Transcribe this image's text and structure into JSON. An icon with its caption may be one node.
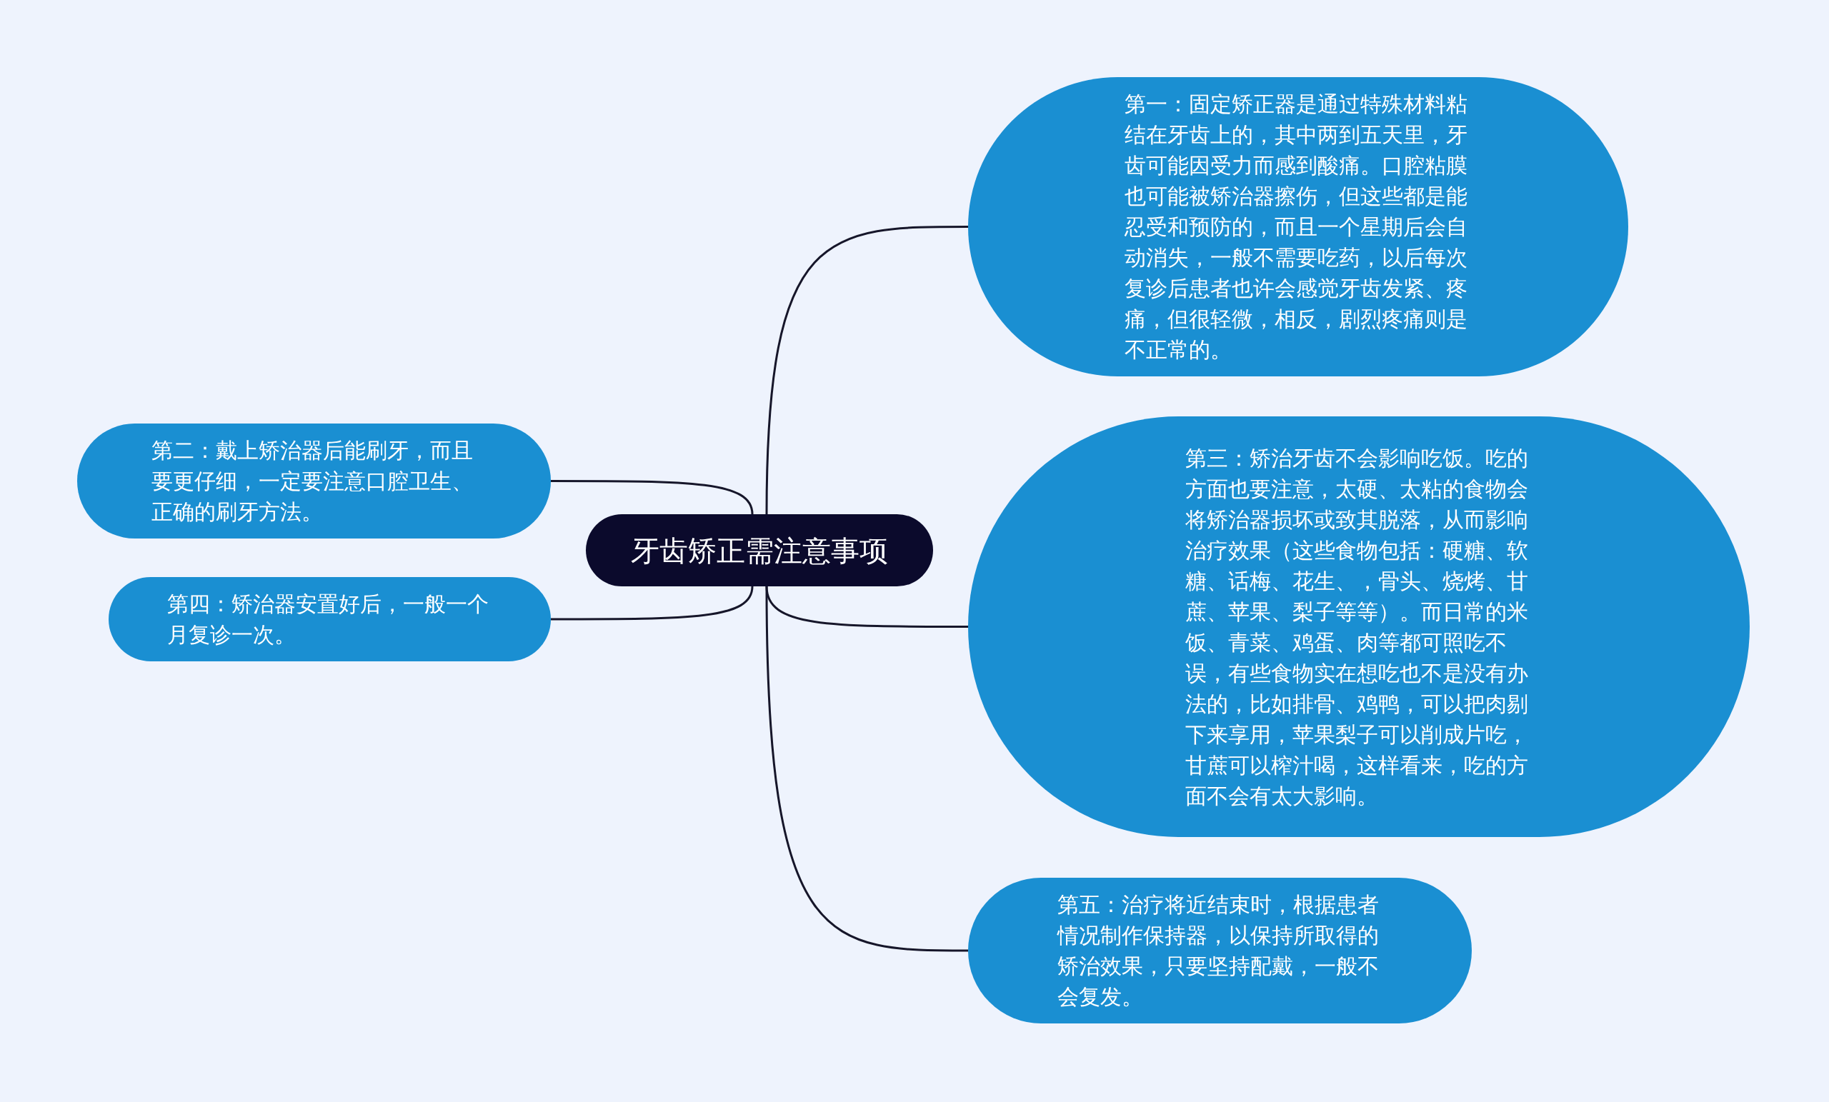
{
  "diagram": {
    "nodes": [
      {
        "text": [
          "牙齿矫正需注意事项"
        ]
      },
      {
        "text": [
          "第一：固定矫正器是通过特殊材料粘结在牙齿上的，其中两到五天里，牙齿可能因受力而感到酸痛。口腔粘膜也可能被矫治器擦伤，但这些都是能忍受和预防的，而且一个星期后会自动消失，一般不需要吃药，以后每次复诊后患者也许会感觉牙齿发紧、疼痛，但很轻微，相反，剧烈疼痛则是不正常的。"
        ]
      },
      {
        "text": [
          "第二：戴上矫治器后能刷牙，而且要更仔细，一定要注意口腔卫生、正确的刷牙方法。"
        ]
      },
      {
        "text": [
          "第三：矫治牙齿不会影响吃饭。吃的方面也要注意，太硬、太粘的食物会将矫治器损坏或致其脱落，从而影响治疗效果（这些食物包括：硬糖、软糖、话梅、花生、，骨头、烧烤、甘蔗、苹果、梨子等等）。而日常的米饭、青菜、鸡蛋、肉等都可照吃不误，有些食物实在想吃也不是没有办法的，比如排骨、鸡鸭，可以把肉剔下来享用，苹果梨子可以削成片吃，甘蔗可以榨汁喝，这样看来，吃的方面不会有太大影响。"
        ]
      },
      {
        "text": [
          "第四：矫治器安置好后，一般一个月复诊一次。"
        ]
      },
      {
        "text": [
          "第五：治疗将近结束时，根据患者情况制作保持器，以保持所取得的矫治效果，只要坚持配戴，一般不会复发。"
        ]
      }
    ],
    "edges": [
      {
        "from": 0,
        "to": 1,
        "arrow": "none"
      },
      {
        "from": 0,
        "to": 2,
        "arrow": "none"
      },
      {
        "from": 0,
        "to": 3,
        "arrow": "none"
      },
      {
        "from": 0,
        "to": 4,
        "arrow": "none"
      },
      {
        "from": 0,
        "to": 5,
        "arrow": "none"
      }
    ]
  }
}
